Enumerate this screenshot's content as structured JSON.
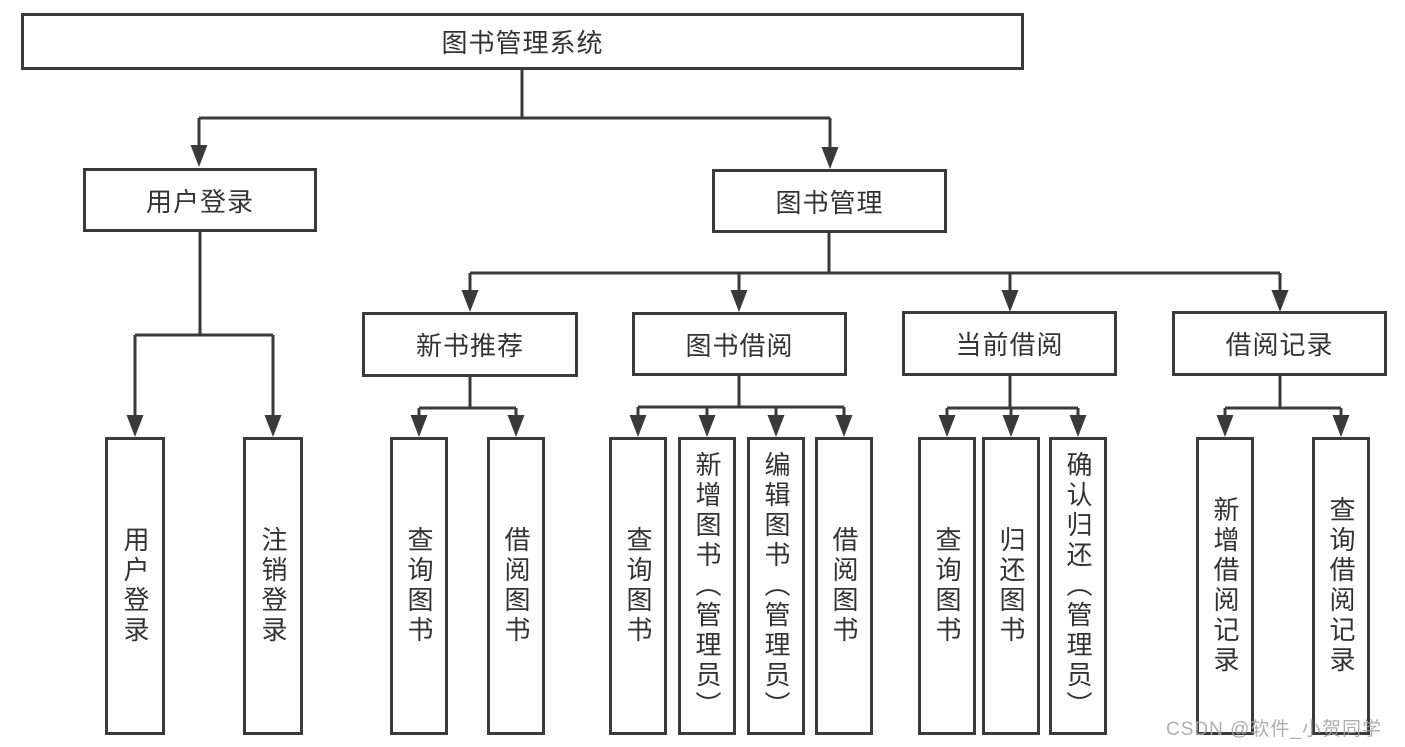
{
  "diagram": {
    "root": {
      "label": "图书管理系统"
    },
    "branches": [
      {
        "label": "用户登录",
        "leaves": [
          {
            "label": "用户登录"
          },
          {
            "label": "注销登录"
          }
        ]
      },
      {
        "label": "图书管理",
        "groups": [
          {
            "label": "新书推荐",
            "leaves": [
              {
                "label": "查询图书"
              },
              {
                "label": "借阅图书"
              }
            ]
          },
          {
            "label": "图书借阅",
            "leaves": [
              {
                "label": "查询图书"
              },
              {
                "label": "新增图书（管理员）"
              },
              {
                "label": "编辑图书（管理员）"
              },
              {
                "label": "借阅图书"
              }
            ]
          },
          {
            "label": "当前借阅",
            "leaves": [
              {
                "label": "查询图书"
              },
              {
                "label": "归还图书"
              },
              {
                "label": "确认归还（管理员）"
              }
            ]
          },
          {
            "label": "借阅记录",
            "leaves": [
              {
                "label": "新增借阅记录"
              },
              {
                "label": "查询借阅记录"
              }
            ]
          }
        ]
      }
    ]
  },
  "watermark": {
    "text": "CSDN @软件_小贺同学"
  },
  "colors": {
    "line": "#3a3a3a",
    "text": "#333333",
    "watermark": "#a5a5a5",
    "background": "#ffffff"
  }
}
